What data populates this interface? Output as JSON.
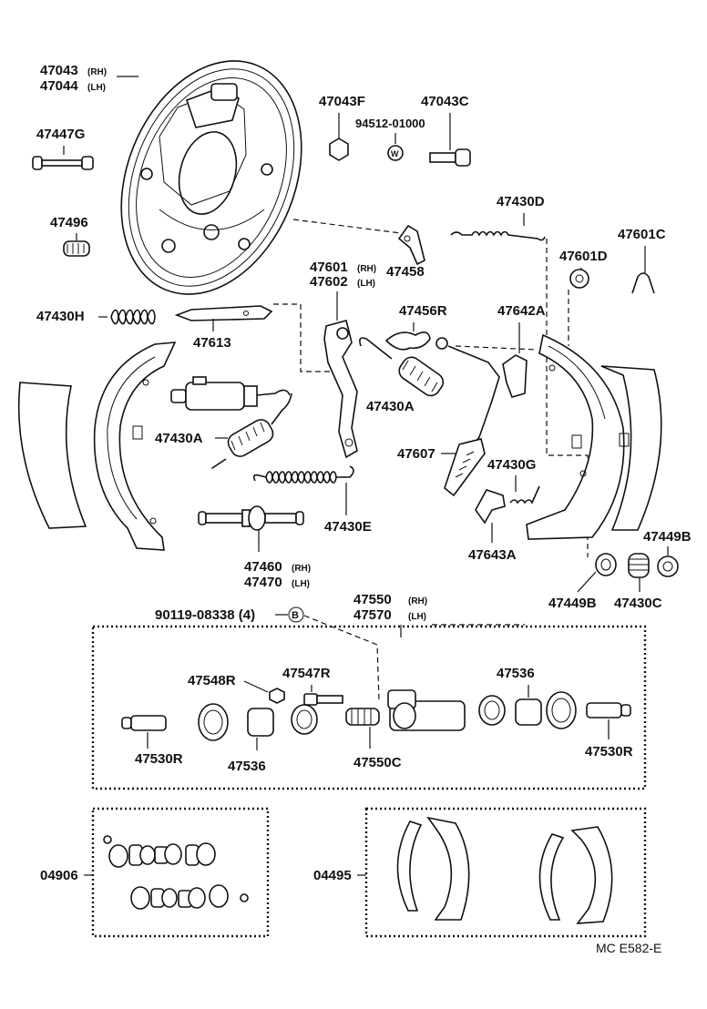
{
  "parts": {
    "backing_plate": {
      "num": "47043",
      "alt": "47044",
      "rh": "(RH)",
      "lh": "(LH)"
    },
    "bolt_47447G": "47447G",
    "plug_47496": "47496",
    "nut_47043F": "47043F",
    "washer_94512": "94512-01000",
    "bolt_47043C": "47043C",
    "spring_47430D": "47430D",
    "clip_47601C": "47601C",
    "cup_47601D": "47601D",
    "lever_47458": "47458",
    "lever_47601": {
      "num": "47601",
      "alt": "47602",
      "rh": "(RH)",
      "lh": "(LH)"
    },
    "spring_47430H": "47430H",
    "strut_47613": "47613",
    "pin_47456R": "47456R",
    "adjuster_47642A": "47642A",
    "spring_47430A_1": "47430A",
    "spring_47430A_2": "47430A",
    "cable_47607": "47607",
    "spring_47430G": "47430G",
    "spring_47430E": "47430E",
    "adjuster_47460": {
      "num": "47460",
      "alt": "47470",
      "rh": "(RH)",
      "lh": "(LH)"
    },
    "lever_47643A": "47643A",
    "pin_47449B_r": "47449B",
    "cup_47449B_b": "47449B",
    "spring_47430C": "47430C",
    "bolt_90119": "90119-08338 (4)",
    "b_mark": "B",
    "wheel_cyl": {
      "num": "47550",
      "alt": "47570",
      "rh": "(RH)",
      "lh": "(LH)"
    },
    "kit_47548R": "47548R",
    "kit_47547R": "47547R",
    "kit_47536_top": "47536",
    "kit_47530R_left": "47530R",
    "kit_47536_bottom": "47536",
    "kit_47550C": "47550C",
    "kit_47530R_right": "47530R",
    "kit_04906": "04906",
    "kit_04495": "04495"
  },
  "figure_code": "MC E582-E"
}
